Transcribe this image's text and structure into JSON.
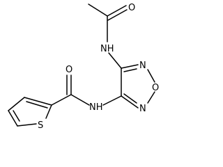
{
  "structure": {
    "atoms": {
      "acetyl_oxygen": "O",
      "amide_nh_top": "NH",
      "ring_n_upper": "N",
      "ring_oxygen": "O",
      "ring_n_lower": "N",
      "amide_nh_bottom": "NH",
      "carbonyl_oxygen": "O",
      "thiophene_sulfur": "S"
    }
  }
}
